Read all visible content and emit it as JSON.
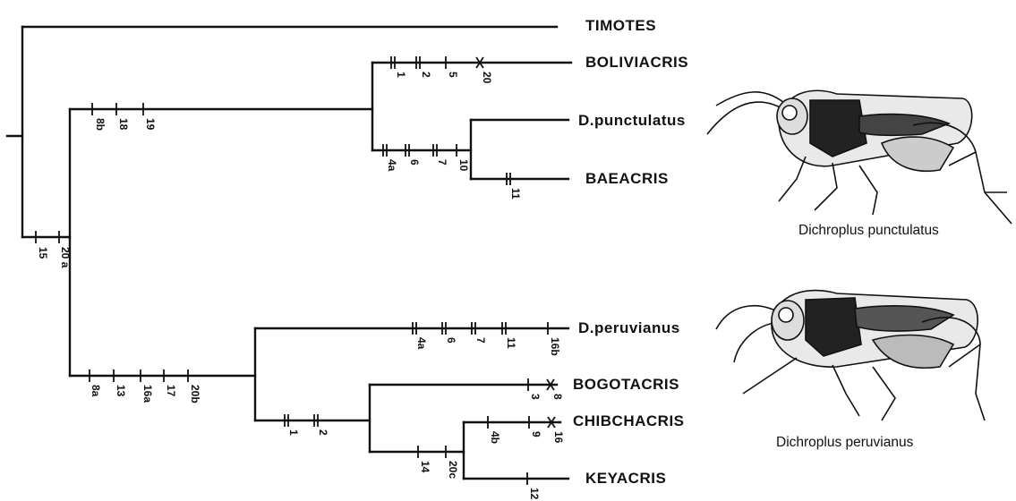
{
  "taxa": {
    "timotes": "TIMOTES",
    "boliviacris": "BOLIVIACRIS",
    "d_punctulatus": "D.punctulatus",
    "baeacris": "BAEACRIS",
    "d_peruvianus": "D.peruvianus",
    "bogotacris": "BOGOTACRIS",
    "chibchacris": "CHIBCHACRIS",
    "keyacris": "KEYACRIS"
  },
  "captions": {
    "punctulatus": "Dichroplus punctulatus",
    "peruvianus": "Dichroplus peruvianus"
  },
  "characters": [
    {
      "label": "15",
      "branch": "root-lower",
      "mark": "single"
    },
    {
      "label": "20 a",
      "branch": "root-lower",
      "mark": "single"
    },
    {
      "label": "8b",
      "branch": "upper-clade-stem",
      "mark": "single"
    },
    {
      "label": "18",
      "branch": "upper-clade-stem",
      "mark": "single"
    },
    {
      "label": "19",
      "branch": "upper-clade-stem",
      "mark": "single"
    },
    {
      "label": "1",
      "branch": "BOLIVIACRIS",
      "mark": "double"
    },
    {
      "label": "2",
      "branch": "BOLIVIACRIS",
      "mark": "double"
    },
    {
      "label": "5",
      "branch": "BOLIVIACRIS",
      "mark": "single"
    },
    {
      "label": "20",
      "branch": "BOLIVIACRIS",
      "mark": "cross"
    },
    {
      "label": "4a",
      "branch": "punctulatus-baeacris",
      "mark": "double"
    },
    {
      "label": "6",
      "branch": "punctulatus-baeacris",
      "mark": "double"
    },
    {
      "label": "7",
      "branch": "punctulatus-baeacris",
      "mark": "double"
    },
    {
      "label": "10",
      "branch": "punctulatus-baeacris",
      "mark": "single"
    },
    {
      "label": "11",
      "branch": "BAEACRIS",
      "mark": "double"
    },
    {
      "label": "8a",
      "branch": "lower-clade-stem",
      "mark": "single"
    },
    {
      "label": "13",
      "branch": "lower-clade-stem",
      "mark": "single"
    },
    {
      "label": "16a",
      "branch": "lower-clade-stem",
      "mark": "single"
    },
    {
      "label": "17",
      "branch": "lower-clade-stem",
      "mark": "single"
    },
    {
      "label": "20b",
      "branch": "lower-clade-stem",
      "mark": "single"
    },
    {
      "label": "4a",
      "branch": "D.peruvianus",
      "mark": "double"
    },
    {
      "label": "6",
      "branch": "D.peruvianus",
      "mark": "double"
    },
    {
      "label": "7",
      "branch": "D.peruvianus",
      "mark": "double"
    },
    {
      "label": "11",
      "branch": "D.peruvianus",
      "mark": "double"
    },
    {
      "label": "16b",
      "branch": "D.peruvianus",
      "mark": "single"
    },
    {
      "label": "1",
      "branch": "andean-clade",
      "mark": "double"
    },
    {
      "label": "2",
      "branch": "andean-clade",
      "mark": "double"
    },
    {
      "label": "3",
      "branch": "BOGOTACRIS",
      "mark": "single"
    },
    {
      "label": "8",
      "branch": "BOGOTACRIS",
      "mark": "cross"
    },
    {
      "label": "14",
      "branch": "chibchacris-keyacris",
      "mark": "single"
    },
    {
      "label": "20c",
      "branch": "chibchacris-keyacris",
      "mark": "single"
    },
    {
      "label": "4b",
      "branch": "CHIBCHACRIS",
      "mark": "single"
    },
    {
      "label": "9",
      "branch": "CHIBCHACRIS",
      "mark": "single"
    },
    {
      "label": "16",
      "branch": "CHIBCHACRIS",
      "mark": "cross"
    },
    {
      "label": "12",
      "branch": "KEYACRIS",
      "mark": "single"
    }
  ]
}
